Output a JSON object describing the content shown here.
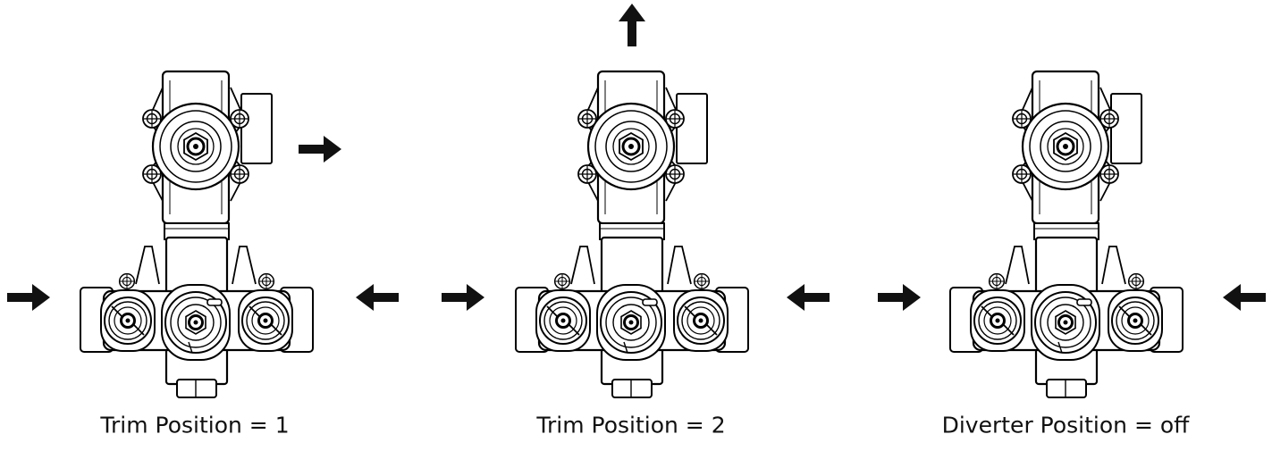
{
  "colors": {
    "line": "#000000",
    "fill": "#ffffff",
    "arrow": "#111111",
    "text": "#111111"
  },
  "icons": [
    "arrow-right-icon",
    "arrow-left-icon",
    "arrow-up-icon"
  ],
  "panels": [
    {
      "caption": "Trim Position = 1",
      "outlet": "right"
    },
    {
      "caption": "Trim Position = 2",
      "outlet": "up"
    },
    {
      "caption": "Diverter Position = off",
      "outlet": "none"
    }
  ]
}
